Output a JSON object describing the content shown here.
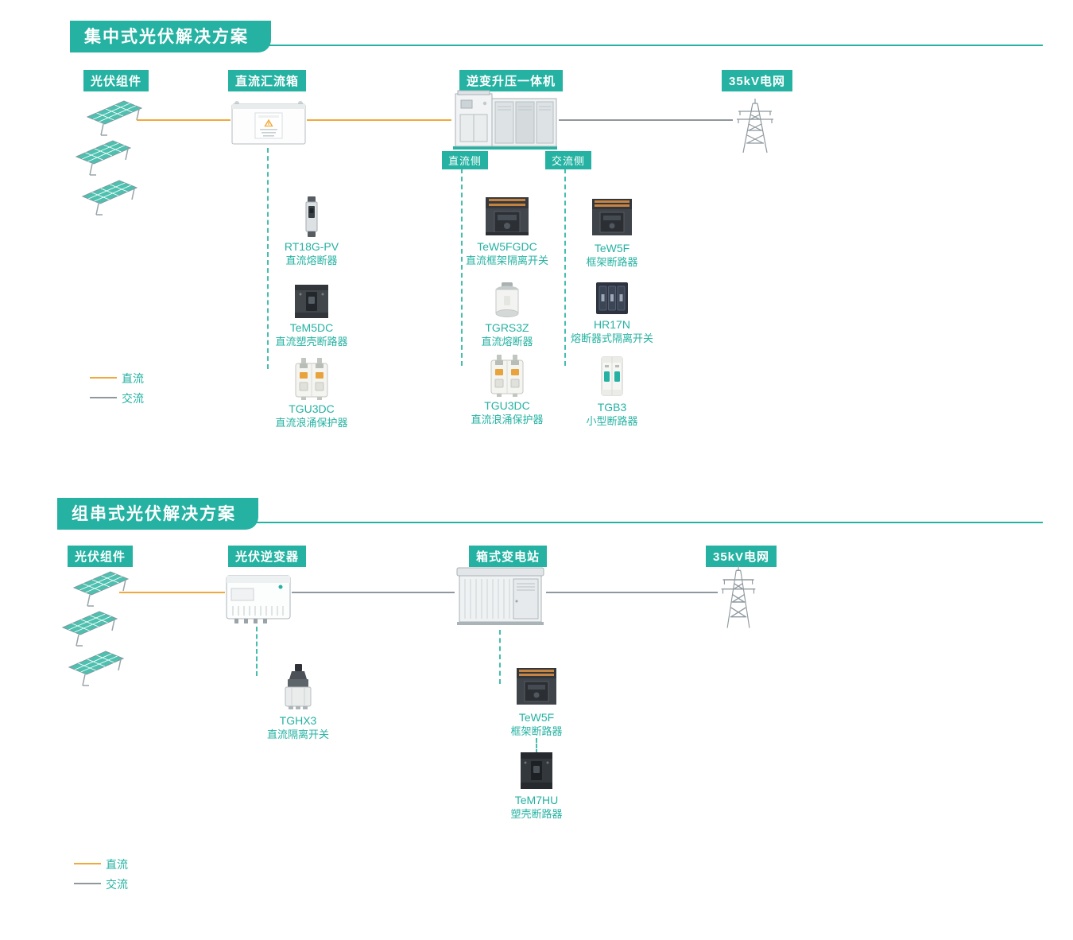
{
  "colors": {
    "teal": "#25b2a2",
    "orange": "#f2a93c",
    "gray": "#8e989e"
  },
  "section1": {
    "title": "集中式光伏解决方案",
    "stage_pv": "光伏组件",
    "stage_combiner": "直流汇流箱",
    "stage_inverter": "逆变升压一体机",
    "stage_grid": "35kV电网",
    "dc_side": "直流侧",
    "ac_side": "交流侧",
    "col1": [
      {
        "model": "RT18G-PV",
        "desc": "直流熔断器"
      },
      {
        "model": "TeM5DC",
        "desc": "直流塑壳断路器"
      },
      {
        "model": "TGU3DC",
        "desc": "直流浪涌保护器"
      }
    ],
    "col2": [
      {
        "model": "TeW5FGDC",
        "desc": "直流框架隔离开关"
      },
      {
        "model": "TGRS3Z",
        "desc": "直流熔断器"
      },
      {
        "model": "TGU3DC",
        "desc": "直流浪涌保护器"
      }
    ],
    "col3": [
      {
        "model": "TeW5F",
        "desc": "框架断路器"
      },
      {
        "model": "HR17N",
        "desc": "熔断器式隔离开关"
      },
      {
        "model": "TGB3",
        "desc": "小型断路器"
      }
    ],
    "legend": {
      "dc": "直流",
      "ac": "交流"
    }
  },
  "section2": {
    "title": "组串式光伏解决方案",
    "stage_pv": "光伏组件",
    "stage_inverter": "光伏逆变器",
    "stage_substation": "箱式变电站",
    "stage_grid": "35kV电网",
    "col1": [
      {
        "model": "TGHX3",
        "desc": "直流隔离开关"
      }
    ],
    "col2": [
      {
        "model": "TeW5F",
        "desc": "框架断路器"
      },
      {
        "model": "TeM7HU",
        "desc": "塑壳断路器"
      }
    ],
    "legend": {
      "dc": "直流",
      "ac": "交流"
    }
  }
}
